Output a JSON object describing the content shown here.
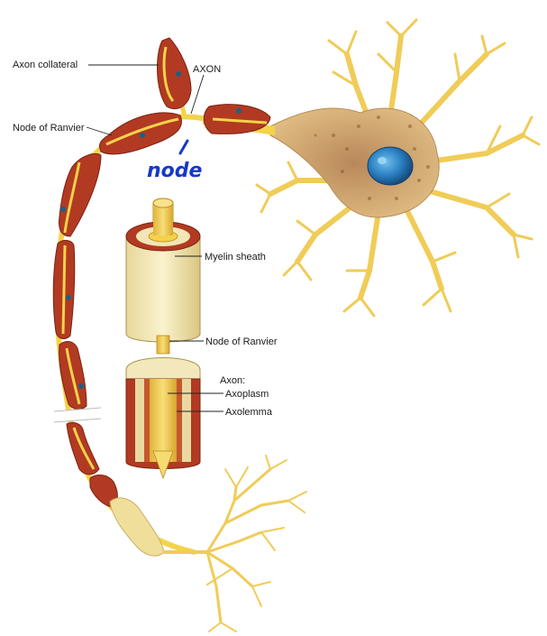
{
  "labels": {
    "axon_collateral": "Axon collateral",
    "axon": "AXON",
    "node_of_ranvier_top": "Node of Ranvier",
    "myelin_sheath": "Myelin sheath",
    "node_of_ranvier_inset": "Node of Ranvier",
    "axon_heading": "Axon:",
    "axoplasm": "Axoplasm",
    "axolemma": "Axolemma"
  },
  "annotation": {
    "handwritten": "node"
  },
  "colors": {
    "axon_yellow": "#f4d24a",
    "myelin_red": "#b23a22",
    "myelin_outer": "#e0a878",
    "cell_body": "#d8b07a",
    "nucleus": "#2a7fc0",
    "dendrite": "#f2cf5c",
    "inset_sheath": "#efe4b0",
    "ink": "#1638c8"
  }
}
